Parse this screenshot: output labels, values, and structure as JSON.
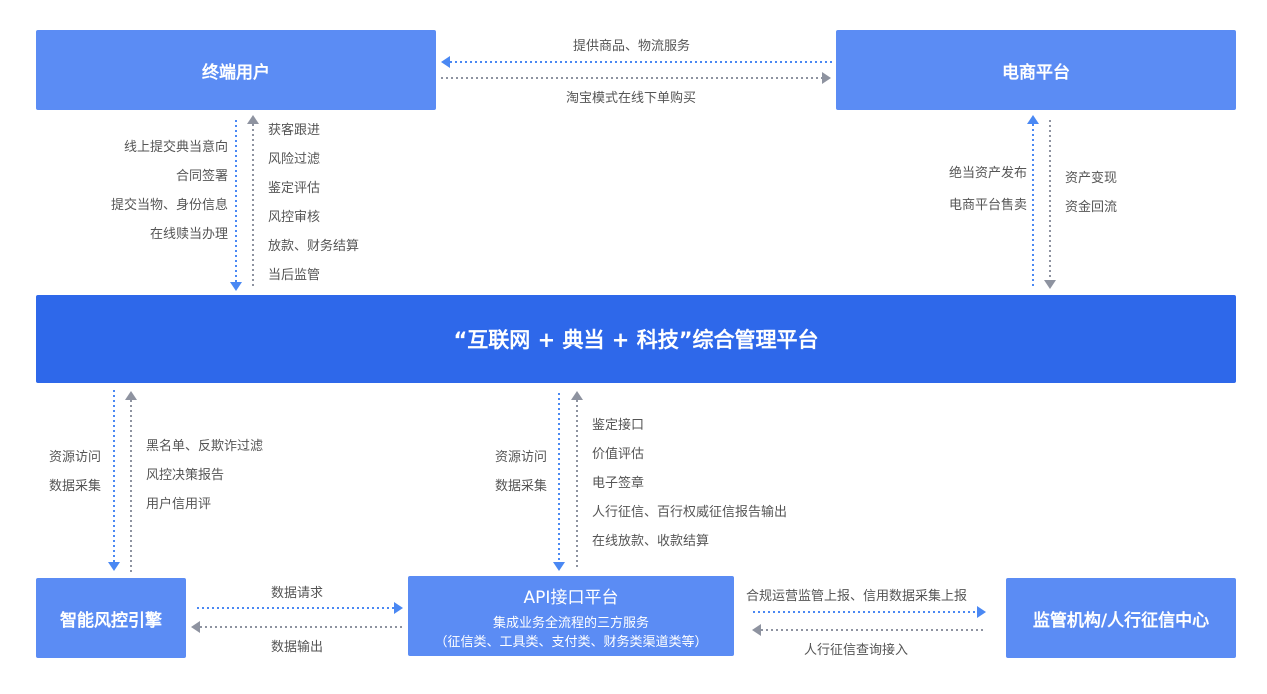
{
  "boxes": {
    "end_user": "终端用户",
    "ecommerce": "电商平台",
    "platform": "“互联网 + 典当 + 科技”综合管理平台",
    "risk_engine": "智能风控引擎",
    "api_platform": {
      "title": "API接口平台",
      "line1": "集成业务全流程的三方服务",
      "line2": "（征信类、工具类、支付类、财务类渠道类等）"
    },
    "regulator": "监管机构/人行征信中心"
  },
  "top_flows": {
    "to_user": "提供商品、物流服务",
    "to_ecommerce": "淘宝模式在线下单购买"
  },
  "user_down": [
    "线上提交典当意向",
    "合同签署",
    "提交当物、身份信息",
    "在线赎当办理"
  ],
  "user_up": [
    "获客跟进",
    "风险过滤",
    "鉴定评估",
    "风控审核",
    "放款、财务结算",
    "当后监管"
  ],
  "ecom_up": [
    "绝当资产发布",
    "电商平台售卖"
  ],
  "ecom_down": [
    "资产变现",
    "资金回流"
  ],
  "risk_down": [
    "资源访问",
    "数据采集"
  ],
  "risk_up": [
    "黑名单、反欺诈过滤",
    "风控决策报告",
    "用户信用评"
  ],
  "api_down": [
    "资源访问",
    "数据采集"
  ],
  "api_up": [
    "鉴定接口",
    "价值评估",
    "电子签章",
    "人行征信、百行权威征信报告输出",
    "在线放款、收款结算"
  ],
  "risk_api": {
    "request": "数据请求",
    "output": "数据输出"
  },
  "api_reg": {
    "report": "合规运营监管上报、信用数据采集上报",
    "query": "人行征信查询接入"
  },
  "colors": {
    "box": "#5b8cf4",
    "main": "#2e68ea",
    "arrow_blue": "#4a88f3",
    "arrow_gray": "#8e93a0"
  }
}
